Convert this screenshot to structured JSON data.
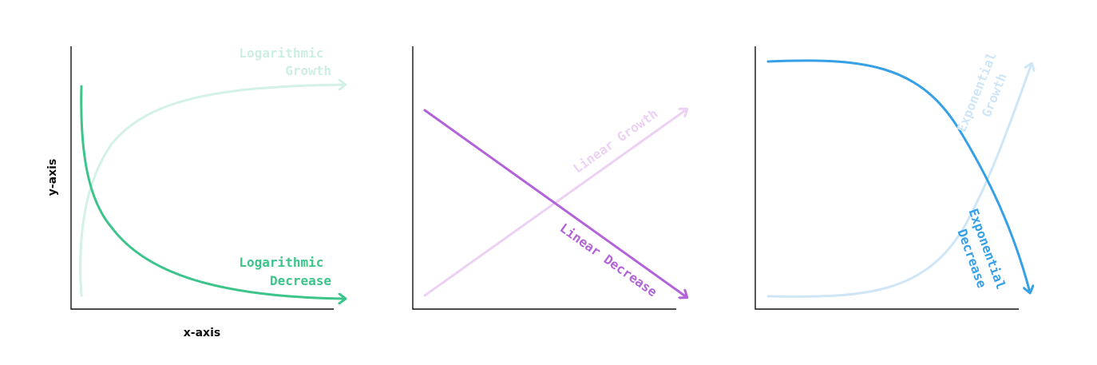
{
  "axes": {
    "x_title": "x-axis",
    "y_title": "y-axis"
  },
  "panels": [
    {
      "id": "logarithmic",
      "curves": [
        {
          "id": "growth",
          "label_lines": [
            "Logarithmic",
            "Growth"
          ],
          "color": "#d3f1e7",
          "label_color": "#cdeee2"
        },
        {
          "id": "decrease",
          "label_lines": [
            "Logarithmic",
            "Decrease"
          ],
          "color": "#3cc48a",
          "label_color": "#3cc48a"
        }
      ]
    },
    {
      "id": "linear",
      "curves": [
        {
          "id": "growth",
          "label_lines": [
            "Linear Growth"
          ],
          "color": "#ecd1f3",
          "label_color": "#ecd1f3"
        },
        {
          "id": "decrease",
          "label_lines": [
            "Linear Decrease"
          ],
          "color": "#b363d8",
          "label_color": "#b363d8"
        }
      ]
    },
    {
      "id": "exponential",
      "curves": [
        {
          "id": "growth",
          "label_lines": [
            "Exponential",
            "Growth"
          ],
          "color": "#cfe6f7",
          "label_color": "#cfe6f7"
        },
        {
          "id": "decrease",
          "label_lines": [
            "Exponential",
            "Decrease"
          ],
          "color": "#36a0e6",
          "label_color": "#36a0e6"
        }
      ]
    }
  ]
}
